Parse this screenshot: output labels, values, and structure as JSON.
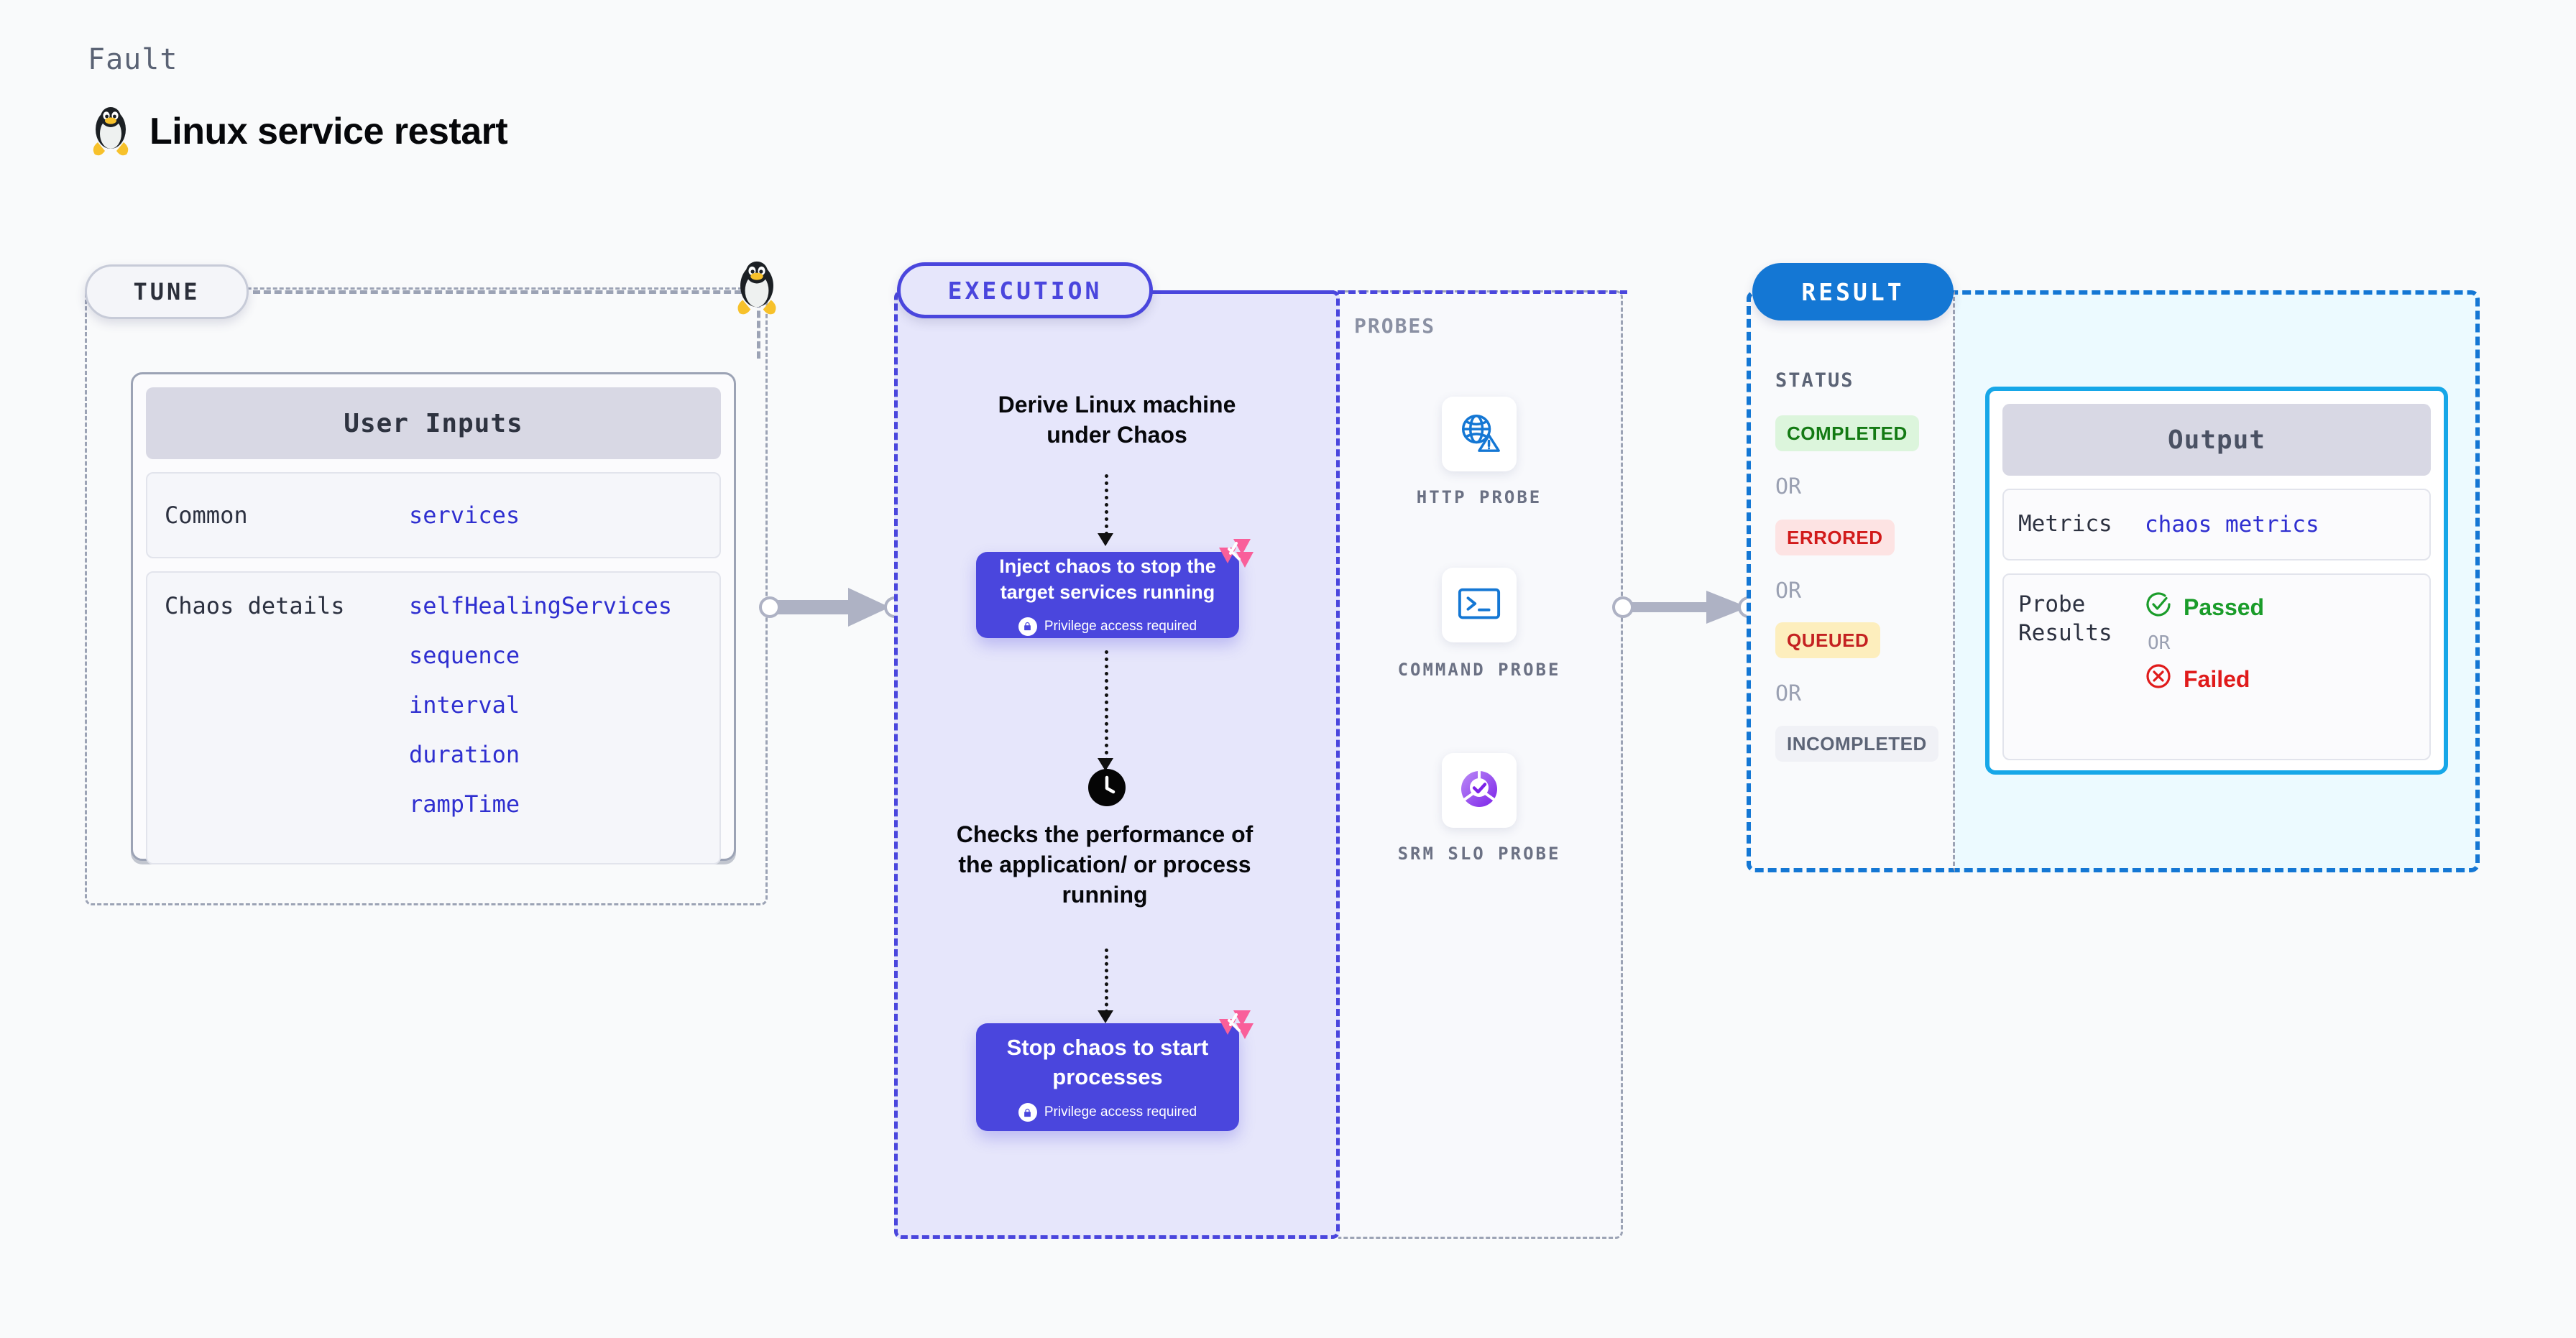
{
  "header": {
    "eyebrow": "Fault",
    "title": "Linux service restart",
    "icon": "linux-penguin-icon"
  },
  "tune": {
    "pill_label": "TUNE",
    "card_title": "User Inputs",
    "rows": [
      {
        "key": "Common",
        "values": [
          "services"
        ]
      },
      {
        "key": "Chaos details",
        "values": [
          "selfHealingServices",
          "sequence",
          "interval",
          "duration",
          "rampTime"
        ]
      }
    ]
  },
  "execution": {
    "pill_label": "EXECUTION",
    "step1": "Derive Linux machine under Chaos",
    "box1_title": "Inject chaos to stop the target services running",
    "box1_sub": "Privilege access required",
    "step2": "Checks the performance of the application/ or process running",
    "box2_title": "Stop chaos to start processes",
    "box2_sub": "Privilege access required"
  },
  "probes": {
    "title": "PROBES",
    "items": [
      {
        "label": "HTTP PROBE",
        "icon": "globe-warning-icon"
      },
      {
        "label": "COMMAND PROBE",
        "icon": "terminal-icon"
      },
      {
        "label": "SRM SLO PROBE",
        "icon": "slo-donut-check-icon"
      }
    ]
  },
  "result": {
    "pill_label": "RESULT",
    "status_title": "STATUS",
    "or_label": "OR",
    "statuses": [
      {
        "label": "COMPLETED",
        "bg": "#dcf5dc",
        "fg": "#137a13"
      },
      {
        "label": "ERRORED",
        "bg": "#fde3e3",
        "fg": "#d11a1a"
      },
      {
        "label": "QUEUED",
        "bg": "#fdeebd",
        "fg": "#c42121"
      },
      {
        "label": "INCOMPLETED",
        "bg": "#f0f1f6",
        "fg": "#5c6476"
      }
    ],
    "output": {
      "title": "Output",
      "metrics_key": "Metrics",
      "metrics_value": "chaos metrics",
      "probe_key": "Probe Results",
      "passed_label": "Passed",
      "failed_label": "Failed",
      "or_label": "OR"
    }
  },
  "colors": {
    "accent_indigo": "#4a46dd",
    "accent_blue": "#1477d4",
    "accent_cyan": "#16a7e8",
    "pink_logo": "#f95f9a",
    "value_blue": "#2f2fd0"
  }
}
